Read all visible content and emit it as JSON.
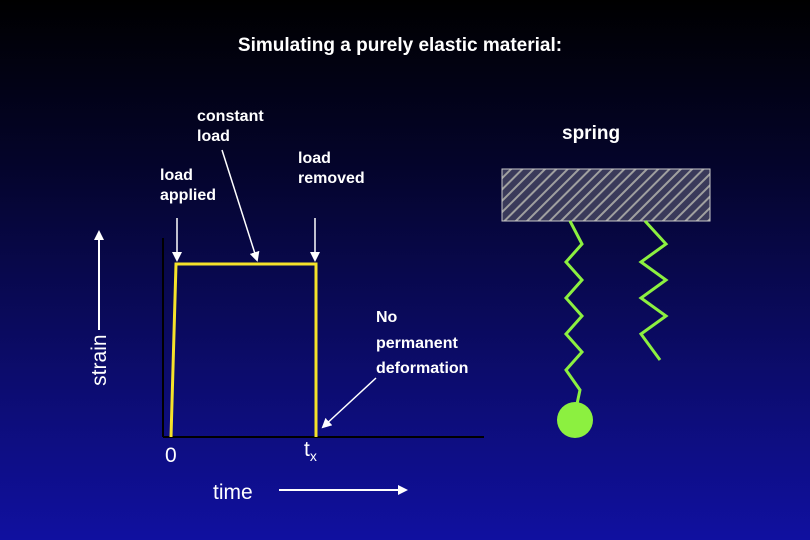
{
  "title": "Simulating a purely elastic material:",
  "labels": {
    "constant_load": "constant\nload",
    "load_applied": "load\napplied",
    "load_removed": "load\nremoved",
    "spring": "spring",
    "no_permanent_deformation": "No\npermanent\ndeformation",
    "strain": "strain",
    "time": "time",
    "zero": "0",
    "t_main": "t",
    "t_sub": "x"
  },
  "colors": {
    "strain_curve": "#f5e22a",
    "spring_coil": "#8cf040",
    "mass_ball": "#8cf040",
    "support_hatch": "#8c8c8c",
    "axes": "#000000",
    "arrows": "#ffffff"
  }
}
